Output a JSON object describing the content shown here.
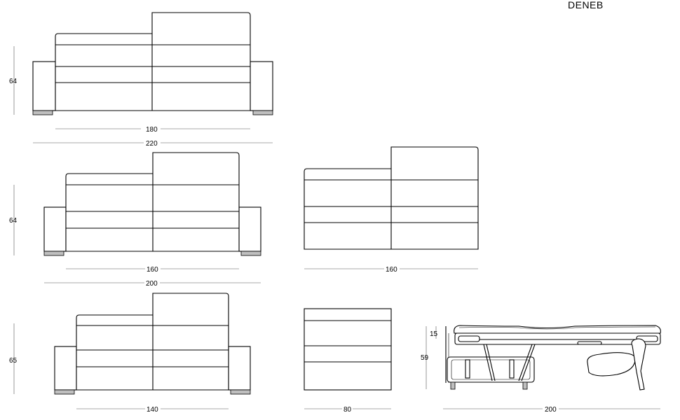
{
  "brand": "DENEB",
  "drawings": [
    {
      "name": "sofa-220",
      "seat_width": "180",
      "overall_width": "220",
      "height": "64"
    },
    {
      "name": "sofa-200",
      "seat_width": "160",
      "overall_width": "200",
      "height": "64"
    },
    {
      "name": "sofa-140",
      "seat_width": "140",
      "height": "65"
    },
    {
      "name": "module-160",
      "width": "160"
    },
    {
      "name": "module-80",
      "width": "80"
    },
    {
      "name": "bed-side",
      "length": "200",
      "mattress_height": "15",
      "height": "59"
    }
  ]
}
